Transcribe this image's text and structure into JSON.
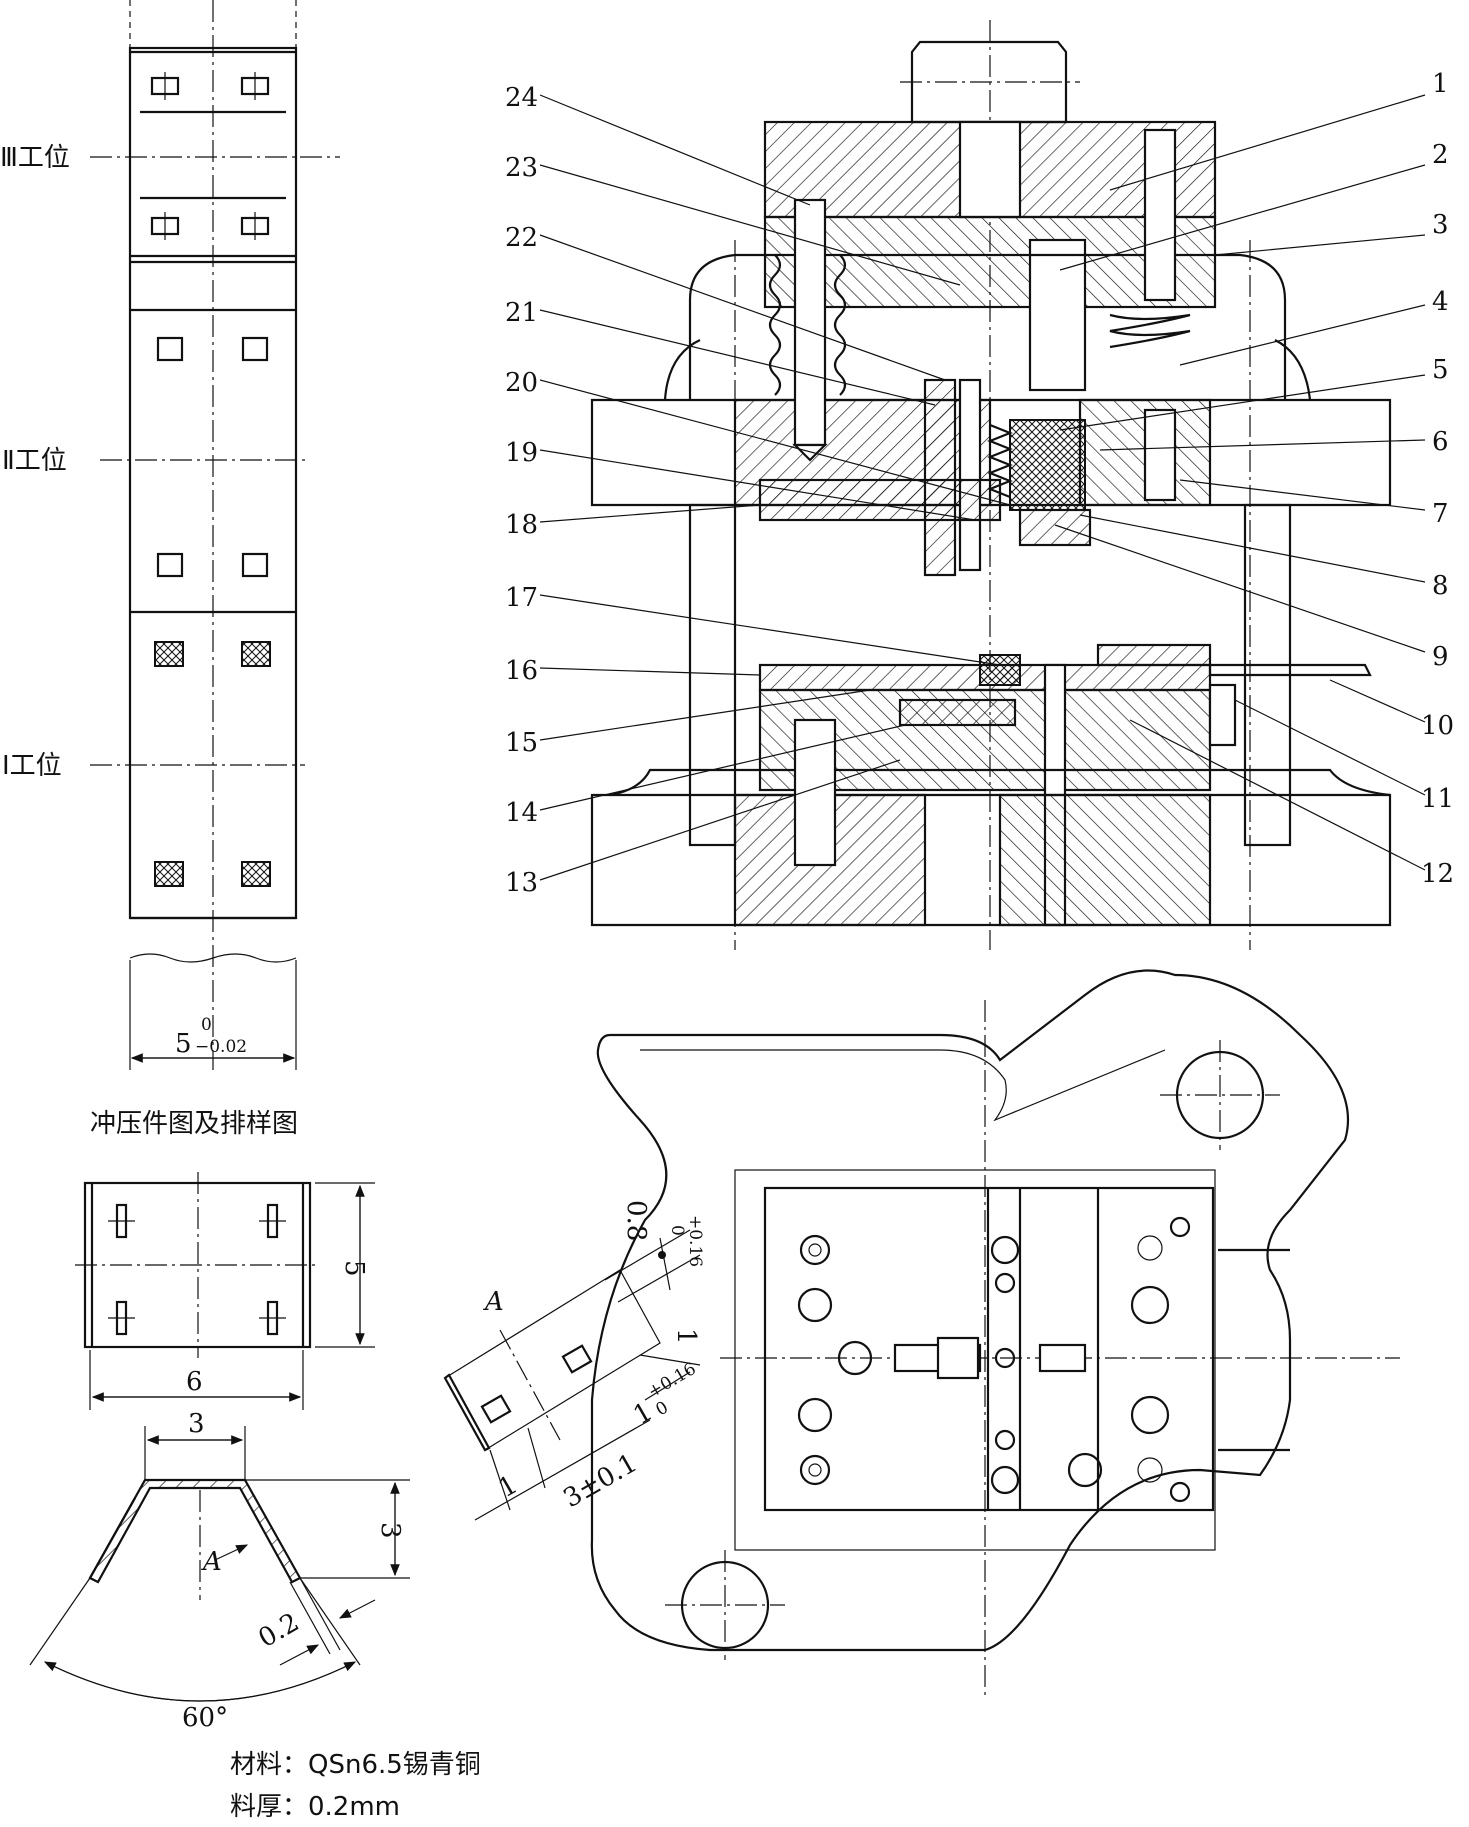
{
  "stations": {
    "s3": "Ⅲ工位",
    "s2": "Ⅱ工位",
    "s1": "Ⅰ工位"
  },
  "strip_width_dim": {
    "nominal": "5",
    "upper": "0",
    "lower": "−0.02"
  },
  "caption": "冲压件图及排样图",
  "part_dims": {
    "width": "6",
    "height": "5",
    "top": "3",
    "depth": "3",
    "thickness": "0.2",
    "angle": "60°",
    "view": "A"
  },
  "detail_dims": {
    "view": "A",
    "slot": "0.8",
    "slot_tol_upper": "+0.16",
    "slot_tol_lower": "0",
    "one": "1",
    "one_tol": "1",
    "one_tol_upper": "+0.16",
    "one_tol_lower": "0",
    "bottom_one": "1",
    "span": "3±0.1"
  },
  "material": "材料：QSn6.5锡青铜",
  "thickness_note": "料厚：0.2mm",
  "part_numbers": {
    "left": [
      "24",
      "23",
      "22",
      "21",
      "20",
      "19",
      "18",
      "17",
      "16",
      "15",
      "14",
      "13"
    ],
    "right": [
      "1",
      "2",
      "3",
      "4",
      "5",
      "6",
      "7",
      "8",
      "9",
      "10",
      "11",
      "12"
    ]
  }
}
